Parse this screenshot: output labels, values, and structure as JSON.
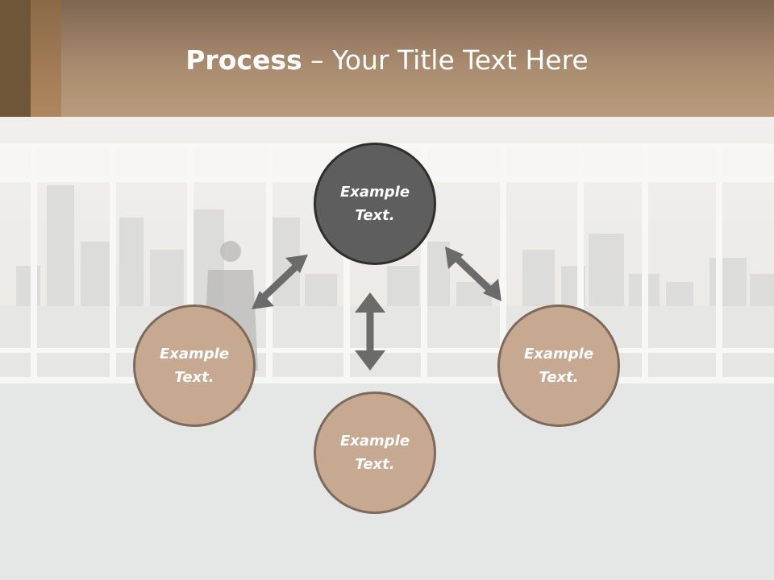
{
  "slide": {
    "title_bold": "Process",
    "title_rest": " – Your Title Text Here"
  },
  "diagram": {
    "nodes": [
      {
        "id": "top",
        "text": "Example Text.",
        "color": "#5e5e5e"
      },
      {
        "id": "left",
        "text": "Example Text.",
        "color": "#c6a990"
      },
      {
        "id": "right",
        "text": "Example Text.",
        "color": "#c6a990"
      },
      {
        "id": "bottom",
        "text": "Example Text.",
        "color": "#c6a990"
      }
    ],
    "arrow_color": "#6b6b6b"
  }
}
